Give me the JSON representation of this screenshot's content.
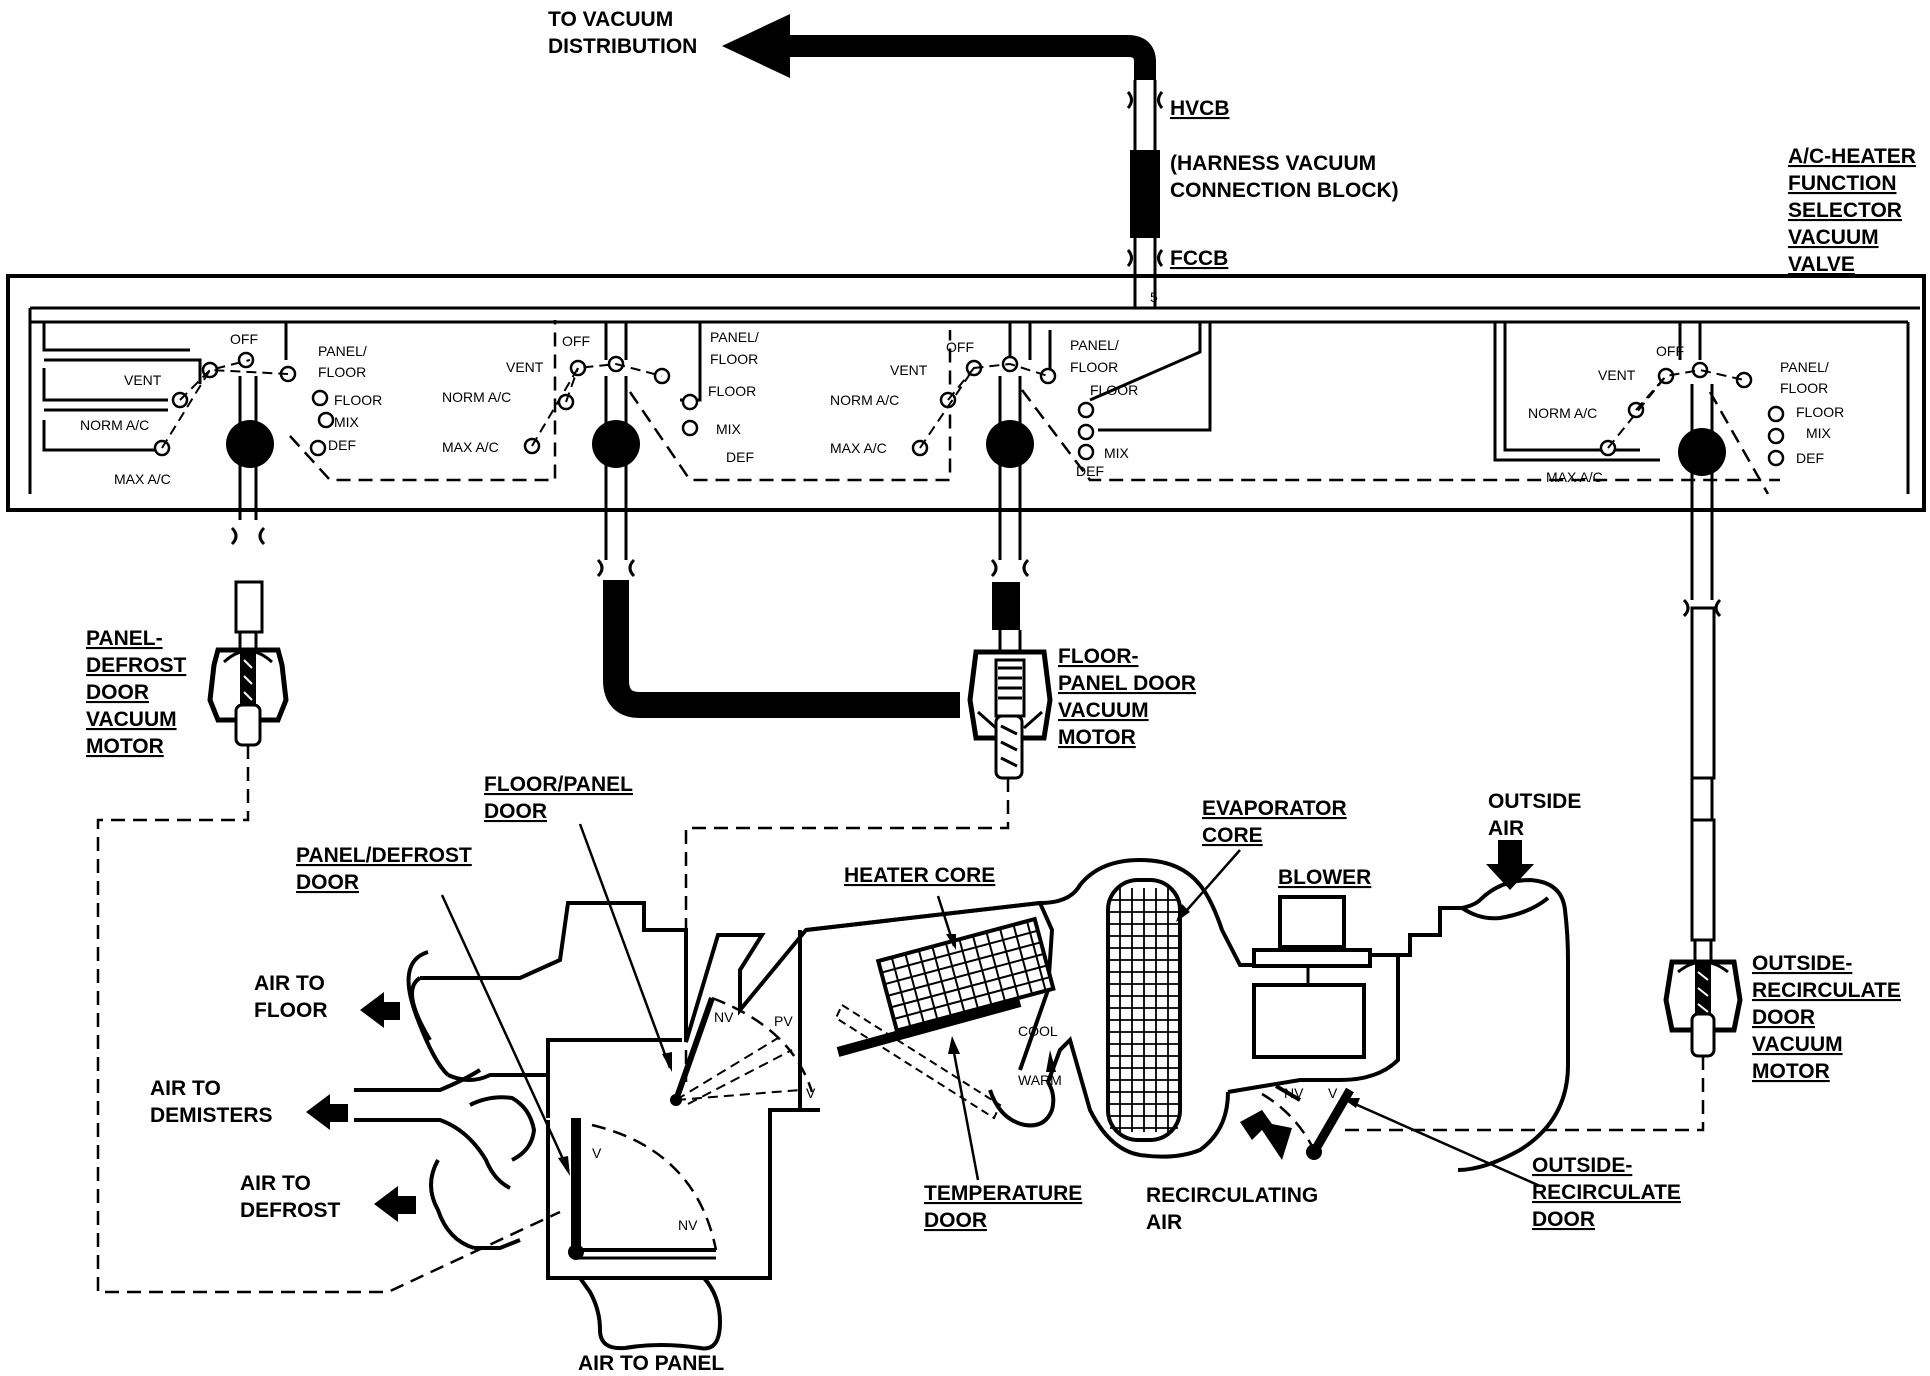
{
  "labels": {
    "to_vacuum_1": "TO VACUUM",
    "to_vacuum_2": "DISTRIBUTION",
    "hvcb": "HVCB",
    "harness_1": "(HARNESS VACUUM",
    "harness_2": "CONNECTION BLOCK)",
    "fccb": "FCCB",
    "selector_1": "A/C-HEATER",
    "selector_2": "FUNCTION",
    "selector_3": "SELECTOR",
    "selector_4": "VACUUM",
    "selector_5": "VALVE",
    "port_5": "5",
    "pd_motor_1": "PANEL-",
    "pd_motor_2": "DEFROST",
    "pd_motor_3": "DOOR",
    "pd_motor_4": "VACUUM",
    "pd_motor_5": "MOTOR",
    "fp_motor_1": "FLOOR-",
    "fp_motor_2": "PANEL DOOR",
    "fp_motor_3": "VACUUM",
    "fp_motor_4": "MOTOR",
    "fp_door_1": "FLOOR/PANEL",
    "fp_door_2": "DOOR",
    "pd_door_1": "PANEL/DEFROST",
    "pd_door_2": "DOOR",
    "heater_core": "HEATER CORE",
    "evap_1": "EVAPORATOR",
    "evap_2": "CORE",
    "blower": "BLOWER",
    "outside_1": "OUTSIDE",
    "outside_2": "AIR",
    "or_motor_1": "OUTSIDE-",
    "or_motor_2": "RECIRCULATE",
    "or_motor_3": "DOOR",
    "or_motor_4": "VACUUM",
    "or_motor_5": "MOTOR",
    "air_floor_1": "AIR TO",
    "air_floor_2": "FLOOR",
    "air_dem_1": "AIR TO",
    "air_dem_2": "DEMISTERS",
    "air_def_1": "AIR TO",
    "air_def_2": "DEFROST",
    "air_panel": "AIR TO PANEL",
    "temp_door_1": "TEMPERATURE",
    "temp_door_2": "DOOR",
    "recirc_air_1": "RECIRCULATING",
    "recirc_air_2": "AIR",
    "or_door_1": "OUTSIDE-",
    "or_door_2": "RECIRCULATE",
    "or_door_3": "DOOR",
    "nv": "NV",
    "pv": "PV",
    "v": "V",
    "cool": "COOL",
    "warm": "WARM"
  },
  "selector_positions": {
    "off": "OFF",
    "vent": "VENT",
    "norm_ac": "NORM A/C",
    "max_ac": "MAX A/C",
    "panel_floor_1": "PANEL/",
    "panel_floor_2": "FLOOR",
    "floor": "FLOOR",
    "mix": "MIX",
    "def": "DEF"
  }
}
